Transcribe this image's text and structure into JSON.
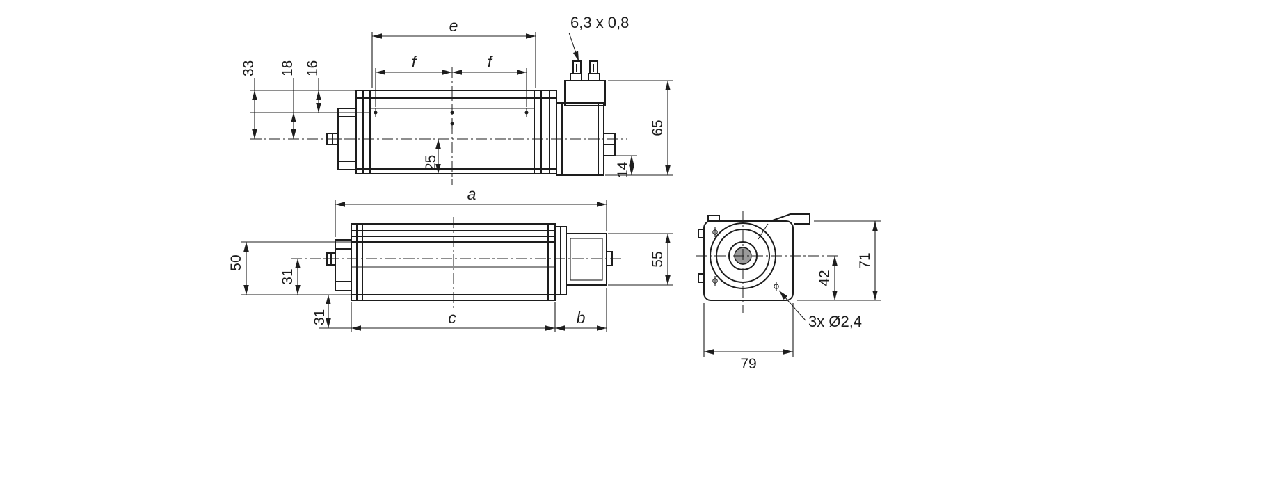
{
  "drawing": {
    "type": "technical-dimension-drawing",
    "subject": "tangential-blower-three-views"
  },
  "colors": {
    "background": "#ffffff",
    "line": "#1d1d1d"
  },
  "labels": {
    "e": "e",
    "f_left": "f",
    "f_right": "f",
    "d33": "33",
    "d18": "18",
    "d16": "16",
    "d25": "25",
    "terminal": "6,3 x 0,8",
    "d65": "65",
    "d14": "14",
    "a": "a",
    "d50": "50",
    "d31_mid": "31",
    "d31_low": "31",
    "d55": "55",
    "c": "c",
    "b": "b",
    "d71": "71",
    "d42": "42",
    "holes": "3x Ø2,4",
    "d79": "79"
  }
}
